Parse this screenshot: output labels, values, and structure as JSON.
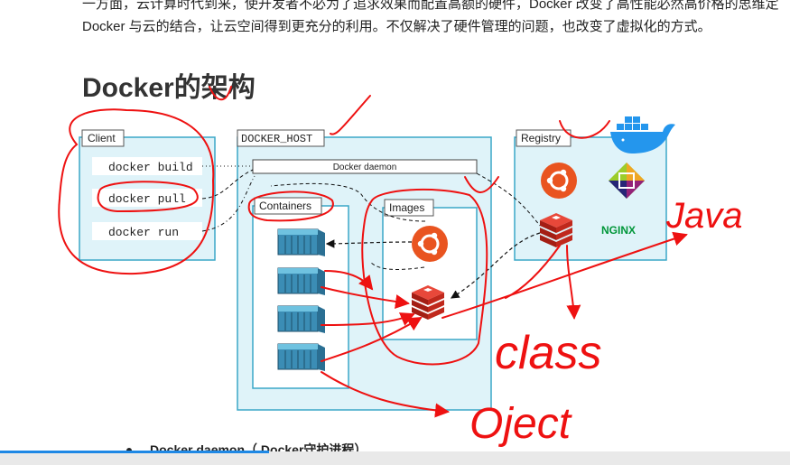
{
  "page": {
    "line1": "一方面，云计算时代到来，使开发者不必为了追求效果而配置高额的硬件，Docker 改变了高性能必然高价格的思维定",
    "line2": "Docker 与云的结合，让云空间得到更充分的利用。不仅解决了硬件管理的问题，也改变了虚拟化的方式。",
    "heading": "Docker的架构",
    "bullet": "Docker daemon（ Docker守护进程）"
  },
  "diagram": {
    "client_label": "Client",
    "commands": [
      "docker build",
      "docker pull",
      "docker run"
    ],
    "host_label": "DOCKER_HOST",
    "daemon_label": "Docker daemon",
    "containers_label": "Containers",
    "images_label": "Images",
    "registry_label": "Registry",
    "nginx_label": "NGINX"
  },
  "annotations": {
    "java": "Java",
    "class": "class",
    "object": "Oject"
  },
  "progress": {
    "fraction": 0.34
  },
  "colors": {
    "panel_fill": "#dff3f9",
    "panel_border": "#3aa7c7",
    "ink": "#ee1111",
    "ubuntu": "#e95420",
    "redis": "#d82c20",
    "nginx": "#009639",
    "docker_blue": "#2496ed",
    "progress_bar": "#1e88e5"
  }
}
